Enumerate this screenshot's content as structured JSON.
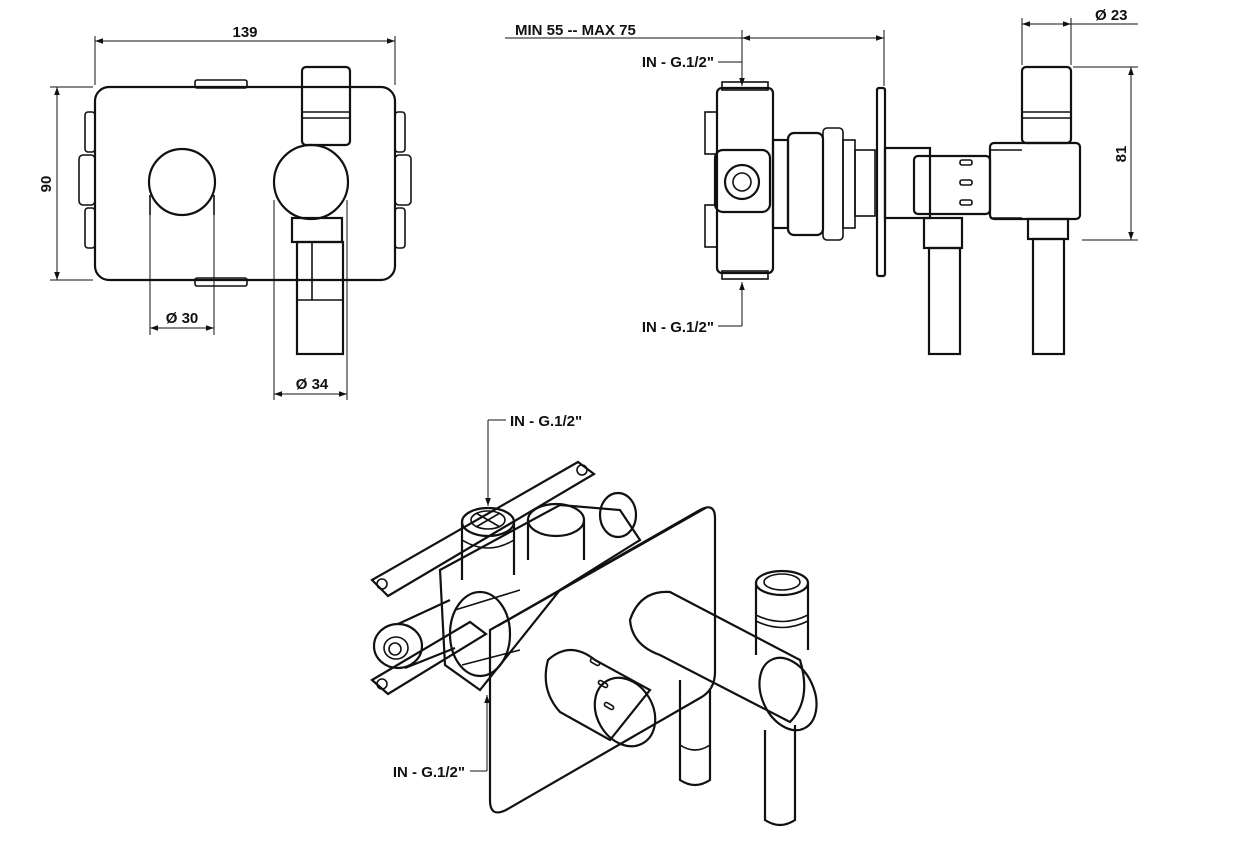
{
  "front_view": {
    "width_dimension": "139",
    "height_dimension": "90",
    "knob_diameter": "Ø 30",
    "outlet_diameter": "Ø 34"
  },
  "side_view": {
    "depth_range": "MIN 55 -- MAX 75",
    "top_inlet": "IN - G.1/2\"",
    "bottom_inlet": "IN - G.1/2\"",
    "outlet_diameter": "Ø 23",
    "outlet_height": "81"
  },
  "iso_view": {
    "top_inlet": "IN - G.1/2\"",
    "bottom_inlet": "IN - G.1/2\""
  }
}
